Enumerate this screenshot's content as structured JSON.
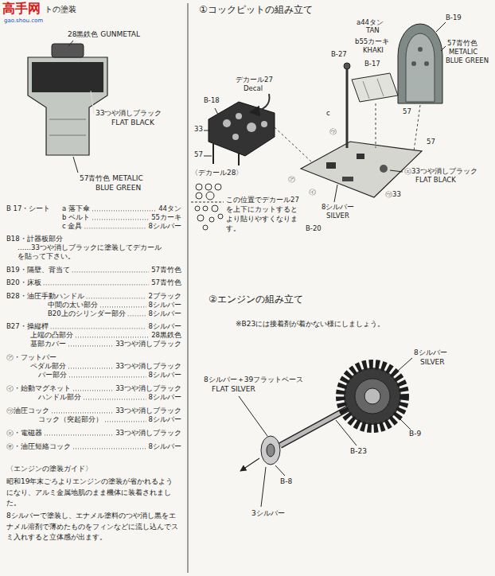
{
  "diagram": {
    "labels": [
      "高手网",
      "gao.shou.com",
      "トの塗装",
      "28黒鉄色 GUNMETAL",
      "33つや消しブラック",
      "FLAT BLACK",
      "57青竹色 METALIC",
      "BLUE GREEN",
      "B 17・シート",
      "a 落下傘",
      "44タン",
      "b ベルト",
      "55カーキ",
      "c 金具",
      "8シルバー",
      "B18・計器板部分",
      "……33つや消しブラックに塗装してデカール",
      "を貼って下さい。",
      "B19・隔壁、背当て",
      "57青竹色",
      "B20・床板",
      "57青竹色",
      "B28・油圧手動ハンドル",
      "2ブラック",
      "中間の太い部分",
      "8シルバー",
      "B20上のシリンダー部分",
      "8シルバー",
      "B27・操縦桿",
      "8シルバー",
      "上端の凸部分",
      "28黒鉄色",
      "基部カバー",
      "33つや消しブラック",
      "㋐・フットバー",
      "ペダル部分",
      "33つや消しブラック",
      "バー部分",
      "8シルバー",
      "㋑・始動マグネット",
      "33つや消しブラック",
      "ハンドル部分",
      "8シルバー",
      "㋒油圧コック",
      "33つや消しブラック",
      "コック（突起部分）",
      "8シルバー",
      "㋓・電磁器",
      "33つや消しブラック",
      "㋔・油圧短絡コック",
      "8シルバー",
      "〈エンジンの塗装ガイド〉",
      "昭和19年末ごろよりエンジンの塗装が省かれるようになり、アルミ金属地肌のまま機体に装着されました。",
      "8シルバーで塗装し、エナメル塗料のつや消し黒をエナメル溶剤で薄めたものをフィンなどに流し込んでスミ入れすると立体感が出ます。",
      "①コックピットの組み立て",
      "a44タン",
      "TAN",
      "b55カーキ",
      "KHAKI",
      "B-27",
      "B-17",
      "B-19",
      "57青竹色",
      "METALIC",
      "BLUE GREEN",
      "57",
      "デカール27",
      "Decal",
      "B-18",
      "33",
      "57",
      "c",
      "57",
      "㋐",
      "㋑",
      "㋒",
      "㋓33つや消しブラック",
      "FLAT BLACK",
      "㋒33",
      "8シルバー",
      "SILVER",
      "B-20",
      "〈デカール28〉",
      "この位置でデカール27を上下にカットするとより貼りやすくなります。",
      "②エンジンの組み立て",
      "※B23には接着剤が着かない様にしましょう。",
      "8シルバー",
      "SILVER",
      "8シルバー＋39フラットベース",
      "FLAT SILVER",
      "B-9",
      "B-23",
      "B-8",
      "3シルバー"
    ]
  }
}
